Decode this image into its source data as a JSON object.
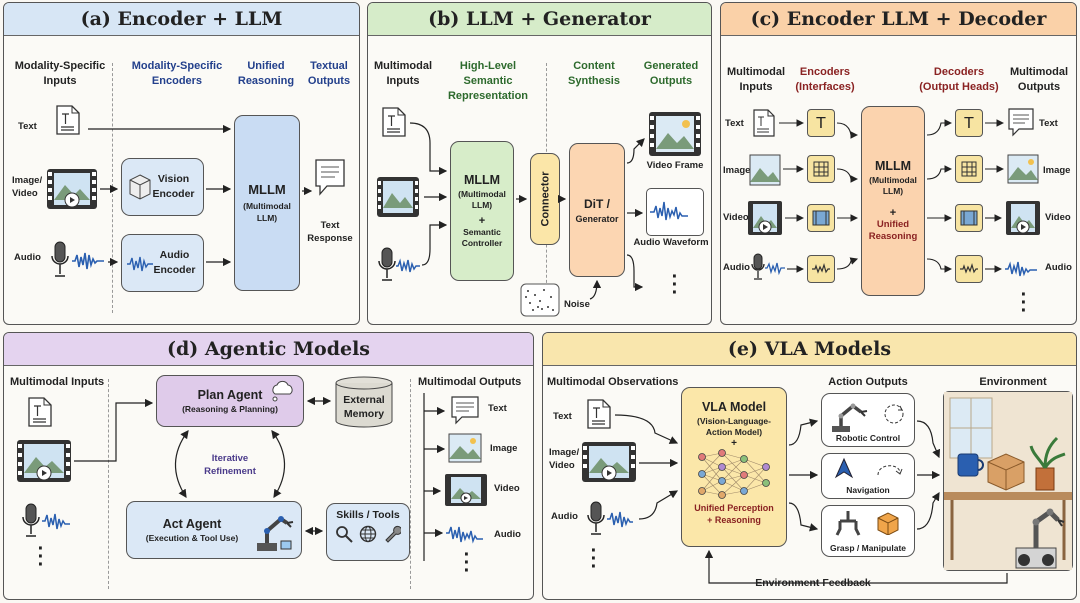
{
  "colors": {
    "blue": "#dde9f6",
    "green": "#dcefd2",
    "orange": "#fbd8b5",
    "purple": "#e5d6ee",
    "yellow": "#fbeaba"
  },
  "panel_a": {
    "title": "(a) Encoder + LLM",
    "col_inputs": "Modality-Specific\nInputs",
    "col_encoders": "Modality-Specific\nEncoders",
    "col_reasoning": "Unified\nReasoning",
    "col_outputs": "Textual\nOutputs",
    "row_text": "Text",
    "row_image": "Image/\nVideo",
    "row_audio": "Audio",
    "vision_encoder": "Vision\nEncoder",
    "audio_encoder": "Audio\nEncoder",
    "mllm": "MLLM",
    "mllm_sub": "(Multimodal\nLLM)",
    "text_response": "Text\nResponse"
  },
  "panel_b": {
    "title": "(b) LLM + Generator",
    "col_inputs": "Multimodal\nInputs",
    "col_semantic": "High-Level\nSemantic\nRepresentation",
    "col_synthesis": "Content\nSynthesis",
    "col_outputs": "Generated\nOutputs",
    "mllm": "MLLM",
    "mllm_sub": "(Multimodal\nLLM)",
    "plus": "+",
    "controller": "Semantic\nController",
    "connector": "Connector",
    "dit": "DiT /",
    "generator": "Generator",
    "noise": "Noise",
    "video_frame": "Video Frame",
    "audio_waveform": "Audio Waveform"
  },
  "panel_c": {
    "title": "(c) Encoder LLM + Decoder",
    "col_inputs": "Multimodal\nInputs",
    "col_encoders": "Encoders\n(Interfaces)",
    "col_decoders": "Decoders\n(Output Heads)",
    "col_outputs": "Multimodal\nOutputs",
    "row_text": "Text",
    "row_image": "Image",
    "row_video": "Video",
    "row_audio": "Audio",
    "out_text": "Text",
    "out_image": "Image",
    "out_video": "Video",
    "out_audio": "Audio",
    "mllm": "MLLM",
    "mllm_sub": "(Multimodal\nLLM)",
    "plus": "+",
    "unified": "Unified\nReasoning"
  },
  "panel_d": {
    "title": "(d) Agentic Models",
    "col_inputs": "Multimodal Inputs",
    "col_outputs": "Multimodal Outputs",
    "plan_agent": "Plan Agent",
    "plan_sub": "(Reasoning & Planning)",
    "external_memory": "External\nMemory",
    "iterative": "Iterative\nRefinement",
    "act_agent": "Act Agent",
    "act_sub": "(Execution & Tool Use)",
    "skills": "Skills / Tools",
    "out_text": "Text",
    "out_image": "Image",
    "out_video": "Video",
    "out_audio": "Audio"
  },
  "panel_e": {
    "title": "(e) VLA Models",
    "col_observations": "Multimodal Observations",
    "col_actions": "Action Outputs",
    "col_environment": "Environment",
    "row_text": "Text",
    "row_image": "Image/\nVideo",
    "row_audio": "Audio",
    "vla_model": "VLA Model",
    "vla_sub": "(Vision-Language-\nAction Model)",
    "plus": "+",
    "unified": "Unified Perception\n+ Reasoning",
    "robotic_control": "Robotic Control",
    "navigation": "Navigation",
    "grasp": "Grasp / Manipulate",
    "feedback": "Environment Feedback"
  }
}
